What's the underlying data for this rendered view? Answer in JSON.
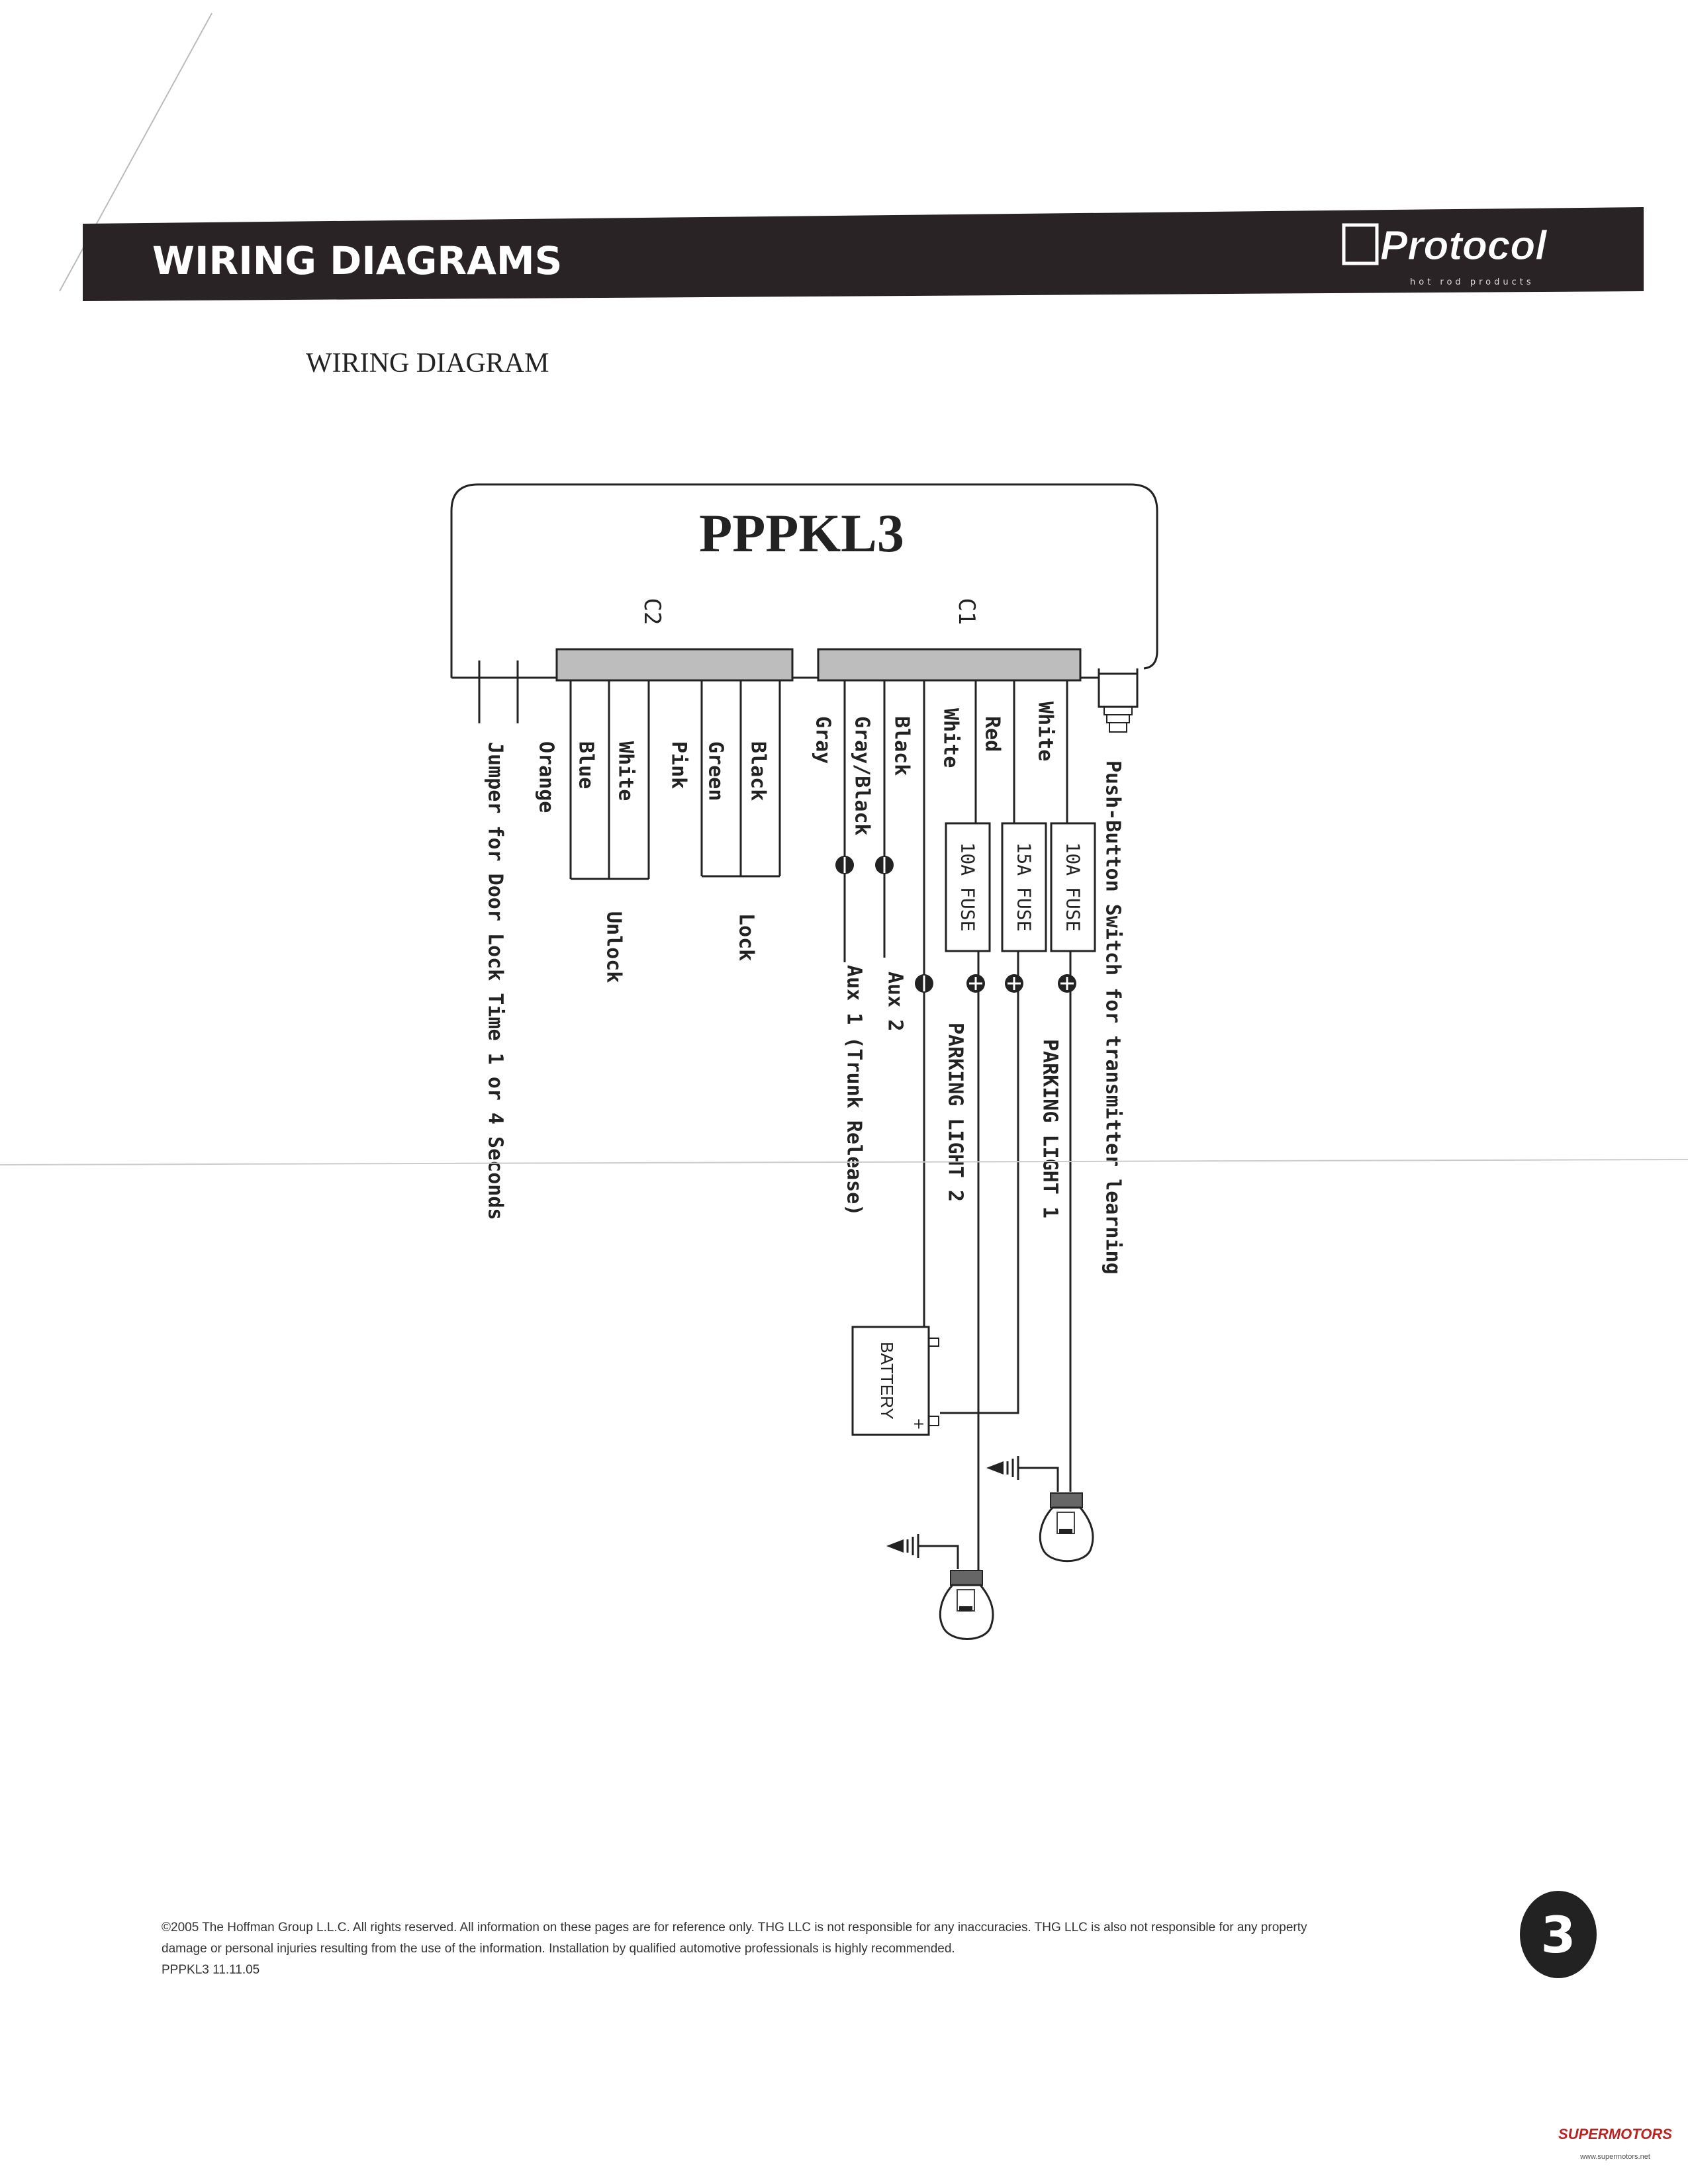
{
  "header": {
    "title": "WIRING DIAGRAMS",
    "logo_text": "Protocol",
    "logo_tagline": "hot rod products"
  },
  "section_title": "WIRING DIAGRAM",
  "diagram": {
    "module": "PPPKL3",
    "connectors": {
      "c1": "C1",
      "c2": "C2"
    },
    "wire_labels": {
      "jumper": "Jumper for Door Lock Time 1 or 4 Seconds",
      "orange": "Orange",
      "blue": "Blue",
      "white_unlock": "White",
      "pink": "Pink",
      "green": "Green",
      "black_lock": "Black",
      "gray": "Gray",
      "gray_black": "Gray/Black",
      "black_aux2": "Black",
      "white_ground": "White",
      "red": "Red",
      "white_pl1": "White",
      "push_button": "Push-Button Switch for transmitter learning"
    },
    "groups": {
      "unlock": "Unlock",
      "lock": "Lock"
    },
    "aux": {
      "aux1": "Aux 1 (Trunk Release)",
      "aux2": "Aux 2"
    },
    "fuses": [
      "10A FUSE",
      "15A FUSE",
      "10A FUSE"
    ],
    "parking_light_1": "PARKING LIGHT 1",
    "parking_light_2": "PARKING LIGHT 2",
    "battery": {
      "label": "BATTERY",
      "plus": "+"
    }
  },
  "footer": {
    "line1": "©2005 The Hoffman Group L.L.C. All rights reserved. All information on these pages are for reference only. THG LLC is not responsible for any inaccuracies. THG LLC is also not responsible for any property",
    "line2": "damage or personal injuries resulting from the use of the information. Installation by qualified automotive professionals is highly recommended.",
    "line3": "PPPKL3  11.11.05",
    "page_number": "3"
  },
  "watermark": {
    "brand": "SUPERMOTORS",
    "url": "www.supermotors.net"
  }
}
